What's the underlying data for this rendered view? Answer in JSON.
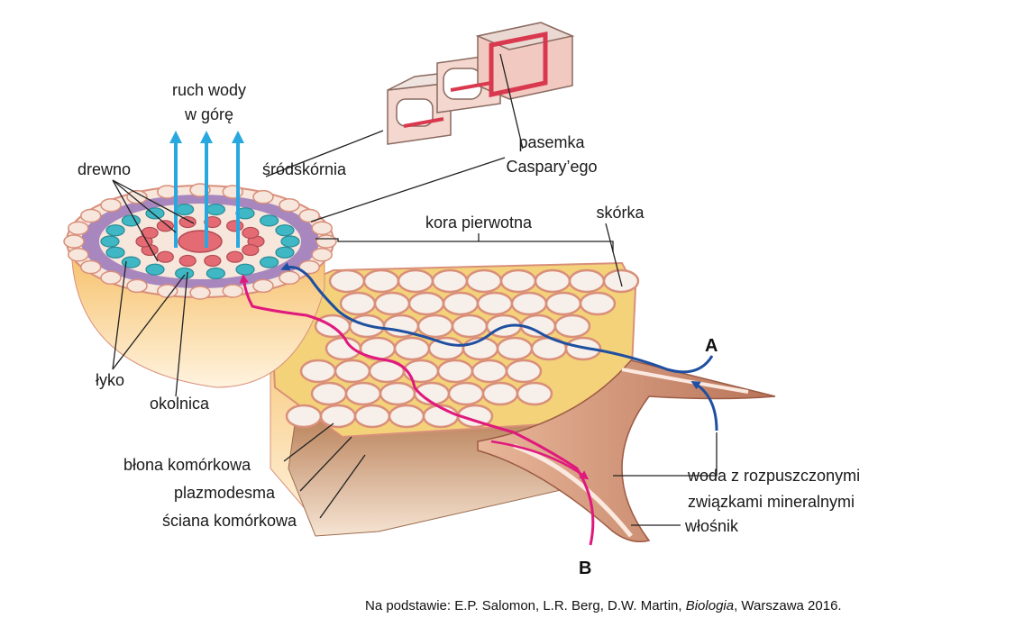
{
  "labels": {
    "water_up_line1": "ruch wody",
    "water_up_line2": "w górę",
    "xylem": "drewno",
    "endodermis": "śródskórnia",
    "casparian_line1": "pasemka",
    "casparian_line2": "Caspary’ego",
    "cortex": "kora pierwotna",
    "epidermis": "skórka",
    "phloem": "łyko",
    "pericycle": "okolnica",
    "cell_membrane": "błona komórkowa",
    "plasmodesma": "plazmodesma",
    "cell_wall": "ściana komórkowa",
    "water_line1": "woda z rozpuszczonymi",
    "water_line2": "związkami mineralnymi",
    "root_hair": "włośnik",
    "path_a": "A",
    "path_b": "B"
  },
  "source": {
    "prefix": "Na podstawie: E.P. Salomon, L.R. Berg, D.W. Martin, ",
    "title": "Biologia",
    "suffix": ", Warszawa 2016."
  },
  "colors": {
    "path_a": "#1f4fa0",
    "path_b": "#e0197d",
    "water_up_arrows": "#29a8df",
    "cell_outline": "#d98f7a",
    "cortex_fill": "#f7efe9",
    "intercellular": "#f3d27a",
    "xylem": "#e46b73",
    "phloem": "#3fb7c4",
    "pericycle": "#9a76b8"
  }
}
